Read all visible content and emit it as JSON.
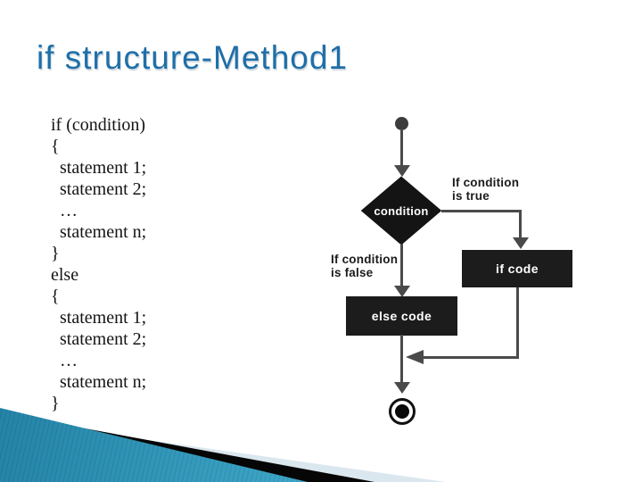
{
  "slide": {
    "title": "if structure-Method1"
  },
  "code_block": {
    "text": "if (condition)\n{\n  statement 1;\n  statement 2;\n  …\n  statement n;\n}\nelse\n{\n  statement 1;\n  statement 2;\n  …\n  statement n;\n}"
  },
  "flowchart": {
    "condition": "condition",
    "true_branch_label": "If condition\nis true",
    "false_branch_label": "If condition\nis false",
    "if_box_label": "if code",
    "else_box_label": "else code"
  },
  "colors": {
    "title_blue": "#1e6fa8",
    "flow_shape_fill": "#1c1c1c",
    "flow_line": "#4a4a4a",
    "flow_text": "#ffffff",
    "accent_teal": "#2f97b8",
    "accent_pale": "#dbe7ee",
    "accent_black": "#060606"
  }
}
